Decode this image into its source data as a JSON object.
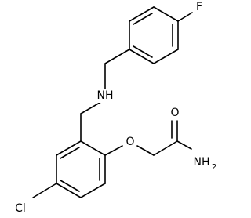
{
  "molecule": {
    "atoms": {
      "fluorine": "F",
      "amine": "NH",
      "ether_oxygen": "O",
      "carbonyl_oxygen": "O",
      "amide": "NH",
      "amide_subscript": "2",
      "chlorine": "Cl"
    },
    "colors": {
      "bond": "#000000",
      "label": "#000000",
      "background": "#ffffff"
    }
  }
}
